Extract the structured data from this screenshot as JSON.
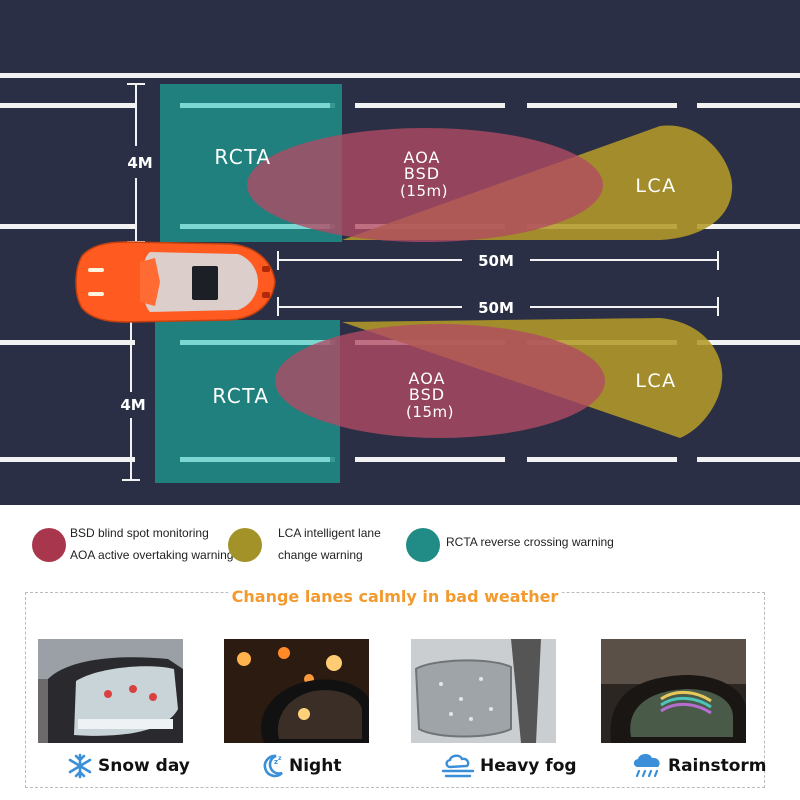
{
  "diagram": {
    "rcta_top": "RCTA",
    "rcta_bottom": "RCTA",
    "aoa_top": "AOA",
    "bsd_top": "BSD",
    "range_top": "(15m)",
    "aoa_bottom": "AOA",
    "bsd_bottom": "BSD",
    "range_bottom": "(15m)",
    "lca_top": "LCA",
    "lca_bottom": "LCA",
    "dist_top": "50M",
    "dist_bottom": "50M",
    "height_top": "4M",
    "height_bottom": "4M"
  },
  "legend": [
    {
      "line1": "BSD blind spot monitoring",
      "line2": "AOA active overtaking warning",
      "color": "#a8374d"
    },
    {
      "line1": "LCA intelligent lane",
      "line2": "change warning",
      "color": "#a39228"
    },
    {
      "line1": "RCTA reverse crossing warning",
      "line2": "",
      "color": "#208c85"
    }
  ],
  "weather": {
    "title": "Change lanes calmly in bad weather",
    "items": [
      {
        "label": "Snow day",
        "icon": "snowflake-icon"
      },
      {
        "label": "Night",
        "icon": "moon-icon"
      },
      {
        "label": "Heavy fog",
        "icon": "fog-icon"
      },
      {
        "label": "Rainstorm",
        "icon": "rain-cloud-icon"
      }
    ]
  },
  "colors": {
    "road": "#2a2f45",
    "car": "#ff5a1f",
    "rcta": "#1e8c86",
    "bsd": "#b24a63",
    "lca": "#b39a28",
    "title_accent": "#f39a2e"
  }
}
